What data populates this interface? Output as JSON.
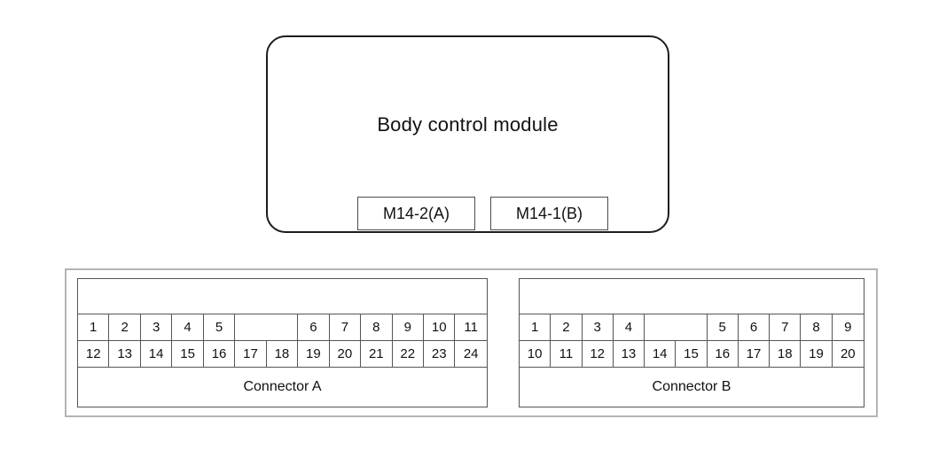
{
  "module": {
    "title": "Body control module",
    "tabs": [
      {
        "label": "M14-2(A)"
      },
      {
        "label": "M14-1(B)"
      }
    ]
  },
  "connectors": [
    {
      "name": "connector-a",
      "label": "Connector A",
      "top_row": [
        {
          "text": "1",
          "span": 1,
          "blank": false
        },
        {
          "text": "2",
          "span": 1,
          "blank": false
        },
        {
          "text": "3",
          "span": 1,
          "blank": false
        },
        {
          "text": "4",
          "span": 1,
          "blank": false
        },
        {
          "text": "5",
          "span": 1,
          "blank": false
        },
        {
          "text": "",
          "span": 2,
          "blank": true
        },
        {
          "text": "6",
          "span": 1,
          "blank": false
        },
        {
          "text": "7",
          "span": 1,
          "blank": false
        },
        {
          "text": "8",
          "span": 1,
          "blank": false
        },
        {
          "text": "9",
          "span": 1,
          "blank": false
        },
        {
          "text": "10",
          "span": 1,
          "blank": false
        },
        {
          "text": "11",
          "span": 1,
          "blank": false
        }
      ],
      "bottom_row": [
        {
          "text": "12",
          "span": 1,
          "blank": false
        },
        {
          "text": "13",
          "span": 1,
          "blank": false
        },
        {
          "text": "14",
          "span": 1,
          "blank": false
        },
        {
          "text": "15",
          "span": 1,
          "blank": false
        },
        {
          "text": "16",
          "span": 1,
          "blank": false
        },
        {
          "text": "17",
          "span": 1,
          "blank": false
        },
        {
          "text": "18",
          "span": 1,
          "blank": false
        },
        {
          "text": "19",
          "span": 1,
          "blank": false
        },
        {
          "text": "20",
          "span": 1,
          "blank": false
        },
        {
          "text": "21",
          "span": 1,
          "blank": false
        },
        {
          "text": "22",
          "span": 1,
          "blank": false
        },
        {
          "text": "23",
          "span": 1,
          "blank": false
        },
        {
          "text": "24",
          "span": 1,
          "blank": false
        }
      ]
    },
    {
      "name": "connector-b",
      "label": "Connector B",
      "top_row": [
        {
          "text": "1",
          "span": 1,
          "blank": false
        },
        {
          "text": "2",
          "span": 1,
          "blank": false
        },
        {
          "text": "3",
          "span": 1,
          "blank": false
        },
        {
          "text": "4",
          "span": 1,
          "blank": false
        },
        {
          "text": "",
          "span": 2,
          "blank": true
        },
        {
          "text": "5",
          "span": 1,
          "blank": false
        },
        {
          "text": "6",
          "span": 1,
          "blank": false
        },
        {
          "text": "7",
          "span": 1,
          "blank": false
        },
        {
          "text": "8",
          "span": 1,
          "blank": false
        },
        {
          "text": "9",
          "span": 1,
          "blank": false
        }
      ],
      "bottom_row": [
        {
          "text": "10",
          "span": 1,
          "blank": false
        },
        {
          "text": "11",
          "span": 1,
          "blank": false
        },
        {
          "text": "12",
          "span": 1,
          "blank": false
        },
        {
          "text": "13",
          "span": 1,
          "blank": false
        },
        {
          "text": "14",
          "span": 1,
          "blank": false
        },
        {
          "text": "15",
          "span": 1,
          "blank": false
        },
        {
          "text": "16",
          "span": 1,
          "blank": false
        },
        {
          "text": "17",
          "span": 1,
          "blank": false
        },
        {
          "text": "18",
          "span": 1,
          "blank": false
        },
        {
          "text": "19",
          "span": 1,
          "blank": false
        },
        {
          "text": "20",
          "span": 1,
          "blank": false
        }
      ]
    }
  ],
  "colors": {
    "outline": "#1d1d1d",
    "grid_line": "#555555",
    "frame_border": "#b4b4b4",
    "background": "#ffffff",
    "text": "#111111"
  }
}
